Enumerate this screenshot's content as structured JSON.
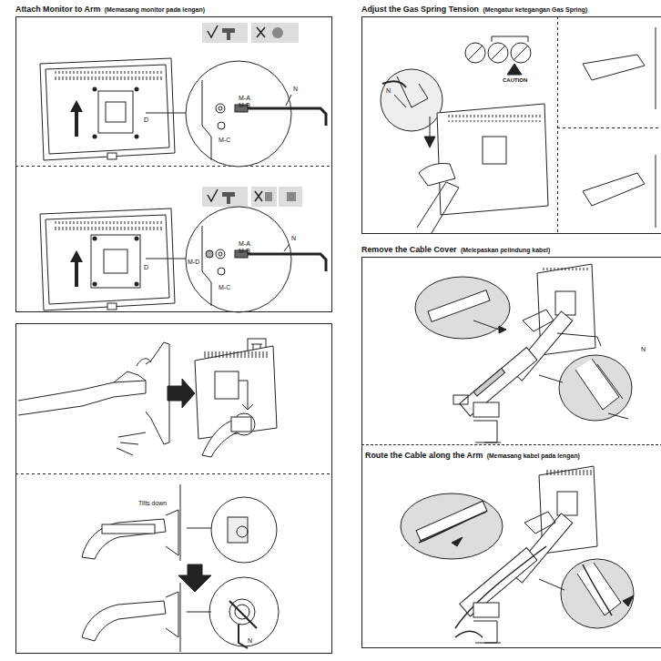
{
  "diagram": {
    "nodes": [
      {
        "text": [
          "Attach Monitor to Arm",
          "(Memasang monitor pada lengan)"
        ]
      },
      {
        "text": [
          "Adjust the Gas Spring Tension",
          "(Mengatur ketegangan Gas Spring)"
        ]
      },
      {
        "text": [
          "Remove the Cable Cover",
          "(Melepaskan pelindung kabel)"
        ]
      },
      {
        "text": [
          "Route the Cable along the Arm",
          "(Memasang kabel pada lengan)"
        ],
        "in": 2
      }
    ],
    "edges": [],
    "labels": [
      "M-A",
      "M-B",
      "N",
      "D",
      "M-C",
      "M-A",
      "M-B",
      "M-D",
      "N",
      "D",
      "M-C",
      "Tilts down",
      "N",
      "N",
      "CAUTION",
      "N"
    ]
  }
}
